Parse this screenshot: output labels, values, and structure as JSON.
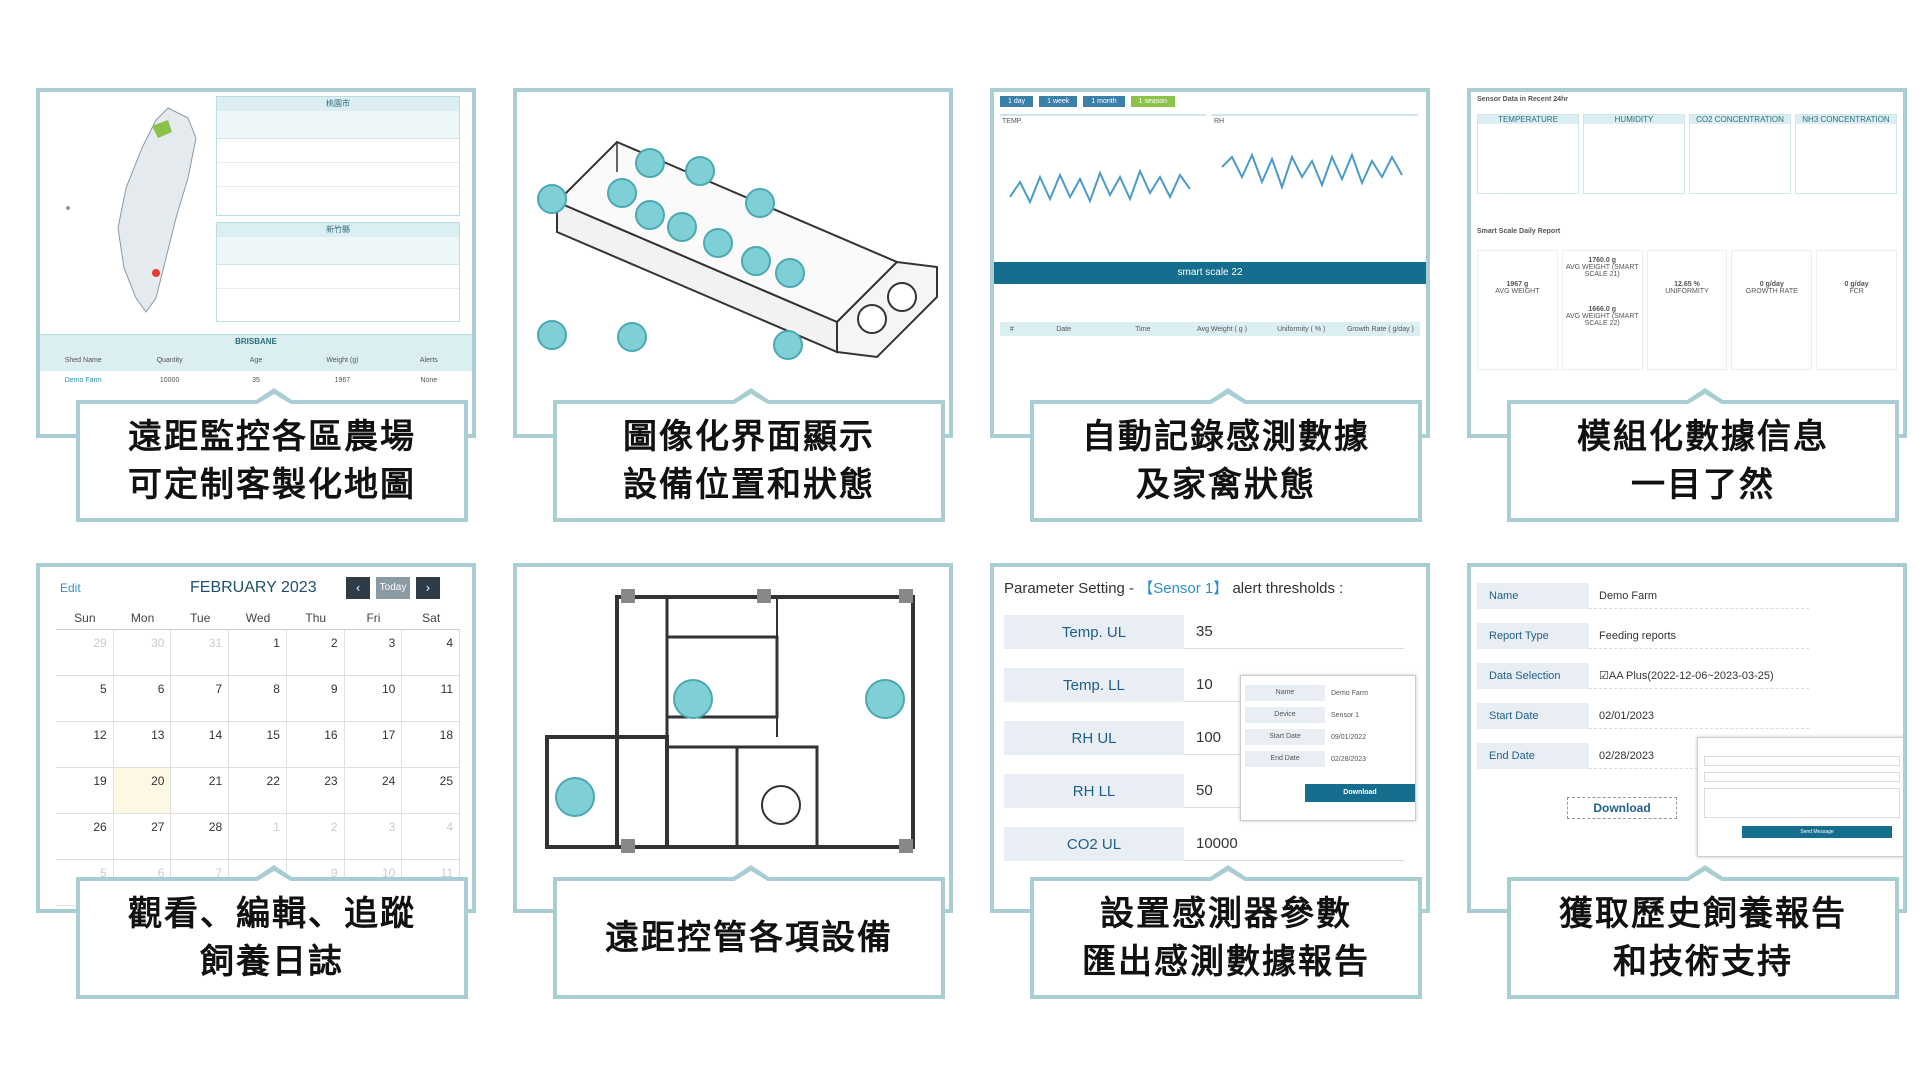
{
  "captions": [
    {
      "line1": "遠距監控各區農場",
      "line2": "可定制客製化地圖"
    },
    {
      "line1": "圖像化界面顯示",
      "line2": "設備位置和狀態"
    },
    {
      "line1": "自動記錄感測數據",
      "line2": "及家禽狀態"
    },
    {
      "line1": "模組化數據信息",
      "line2": "一目了然"
    },
    {
      "line1": "觀看、編輯、追蹤",
      "line2": "飼養日誌"
    },
    {
      "line1": "遠距控管各項設備",
      "line2": ""
    },
    {
      "line1": "設置感測器參數",
      "line2": "匯出感測數據報告"
    },
    {
      "line1": "獲取歷史飼養報告",
      "line2": "和技術支持"
    }
  ],
  "map_panel": {
    "table1_title": "桃園市",
    "table2_title": "新竹縣",
    "region_title": "BRISBANE",
    "headers": [
      "Shed Name",
      "Quantity",
      "Age",
      "Weight (g)",
      "Alerts"
    ],
    "row": [
      "Demo Farm",
      "10000",
      "35",
      "1967",
      "None"
    ]
  },
  "charts_panel": {
    "range_buttons": [
      "1 day",
      "1 week",
      "1 month",
      "1 season"
    ],
    "chart1_label": "TEMP.",
    "chart2_label": "RH",
    "device_bar": "smart scale 22",
    "table_headers": [
      "#",
      "Date",
      "Time",
      "Avg Weight ( g )",
      "Uniformity ( % )",
      "Growth Rate ( g/day )"
    ]
  },
  "dashboard_panel": {
    "title1": "Sensor Data in Recent 24hr",
    "sensors": [
      "TEMPERATURE",
      "HUMIDITY",
      "CO2 CONCENTRATION",
      "NH3 CONCENTRATION"
    ],
    "title2": "Smart Scale Daily Report",
    "kpis": [
      {
        "value": "1967 g",
        "label": "AVG WEIGHT"
      },
      {
        "value": "1760.0 g",
        "label": "AVG WEIGHT (SMART SCALE 21)"
      },
      {
        "value": "1666.0 g",
        "label": "AVG WEIGHT (SMART SCALE 22)"
      },
      {
        "value": "12.65 %",
        "label": "UNIFORMITY"
      },
      {
        "value": "0 g/day",
        "label": "GROWTH RATE"
      },
      {
        "value": "0 g/day",
        "label": "FCR"
      }
    ]
  },
  "calendar": {
    "edit": "Edit",
    "month": "FEBRUARY 2023",
    "today": "Today",
    "days": [
      "Sun",
      "Mon",
      "Tue",
      "Wed",
      "Thu",
      "Fri",
      "Sat"
    ],
    "weeks": [
      [
        "29",
        "30",
        "31",
        "1",
        "2",
        "3",
        "4"
      ],
      [
        "5",
        "6",
        "7",
        "8",
        "9",
        "10",
        "11"
      ],
      [
        "12",
        "13",
        "14",
        "15",
        "16",
        "17",
        "18"
      ],
      [
        "19",
        "20",
        "21",
        "22",
        "23",
        "24",
        "25"
      ],
      [
        "26",
        "27",
        "28",
        "1",
        "2",
        "3",
        "4"
      ],
      [
        "5",
        "6",
        "7",
        "8",
        "9",
        "10",
        "11"
      ]
    ]
  },
  "params": {
    "title_prefix": "Parameter Setting -",
    "sensor": "【Sensor 1】",
    "title_suffix": "alert thresholds :",
    "rows": [
      {
        "label": "Temp. UL",
        "value": "35"
      },
      {
        "label": "Temp. LL",
        "value": "10"
      },
      {
        "label": "RH UL",
        "value": "100"
      },
      {
        "label": "RH LL",
        "value": "50"
      },
      {
        "label": "CO2 UL",
        "value": "10000"
      }
    ],
    "popup": {
      "rows": [
        {
          "label": "Name",
          "value": "Demo Farm"
        },
        {
          "label": "Device",
          "value": "Sensor 1"
        },
        {
          "label": "Start Date",
          "value": "09/01/2022"
        },
        {
          "label": "End Date",
          "value": "02/28/2023"
        }
      ],
      "button": "Download"
    }
  },
  "report": {
    "rows": [
      {
        "label": "Name",
        "value": "Demo Farm"
      },
      {
        "label": "Report Type",
        "value": "Feeding reports"
      },
      {
        "label": "Data Selection",
        "value": "☑AA Plus(2022-12-06~2023-03-25)"
      },
      {
        "label": "Start Date",
        "value": "02/01/2023"
      },
      {
        "label": "End Date",
        "value": "02/28/2023"
      }
    ],
    "download": "Download",
    "form_button": "Send Message"
  },
  "colors": {
    "border": "#a8cdd3",
    "accent": "#7fcfd6",
    "navy": "#1f5f8b"
  }
}
